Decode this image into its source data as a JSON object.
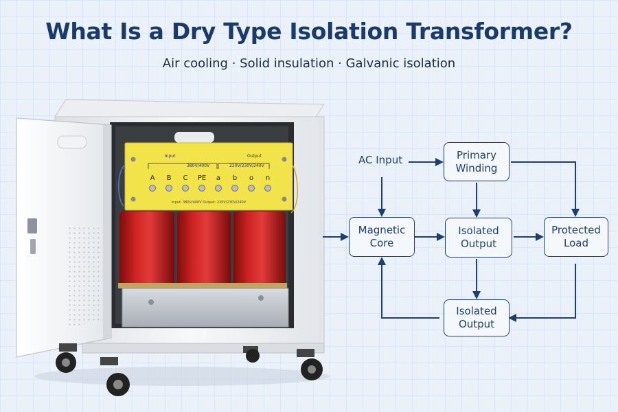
{
  "header": {
    "title": "What Is a Dry Type Isolation Transformer?",
    "subtitle": "Air cooling · Solid insulation · Galvanic isolation"
  },
  "diagram": {
    "nodes": {
      "ac_input": "AC Input",
      "primary_winding": "Primary Winding",
      "magnetic_core": "Magnetic Core",
      "isolated_output_center": "Isolated Output",
      "protected_load": "Protected Load",
      "isolated_output_bottom": "Isolated Output"
    },
    "edges": [
      {
        "from": "ac_input",
        "to": "primary_winding"
      },
      {
        "from": "ac_input",
        "to": "magnetic_core"
      },
      {
        "from": "primary_winding",
        "to": "isolated_output_center"
      },
      {
        "from": "primary_winding",
        "to": "protected_load"
      },
      {
        "from": "magnetic_core",
        "to": "isolated_output_center"
      },
      {
        "from": "isolated_output_center",
        "to": "protected_load"
      },
      {
        "from": "isolated_output_center",
        "to": "isolated_output_bottom"
      },
      {
        "from": "isolated_output_bottom",
        "to": "magnetic_core"
      },
      {
        "from": "protected_load",
        "to": "isolated_output_bottom"
      },
      {
        "from": "transformer",
        "to": "magnetic_core"
      }
    ]
  },
  "nameplate": {
    "row_top_left": "Input",
    "row_top_right": "Output",
    "rating_left": "380V/400V",
    "rating_right": "220V/230V/240V",
    "terminals": [
      "A",
      "B",
      "C",
      "PE",
      "a",
      "b",
      "o",
      "n"
    ],
    "footer": "Input: 380V/400V  Output: 220V/230V/240V"
  },
  "colors": {
    "title": "#1a3a6b",
    "diagram_lines": "#1e3f6e",
    "nameplate": "#f2e34a",
    "coils": "#c41d1d",
    "cabinet": "#f5f6f8"
  }
}
